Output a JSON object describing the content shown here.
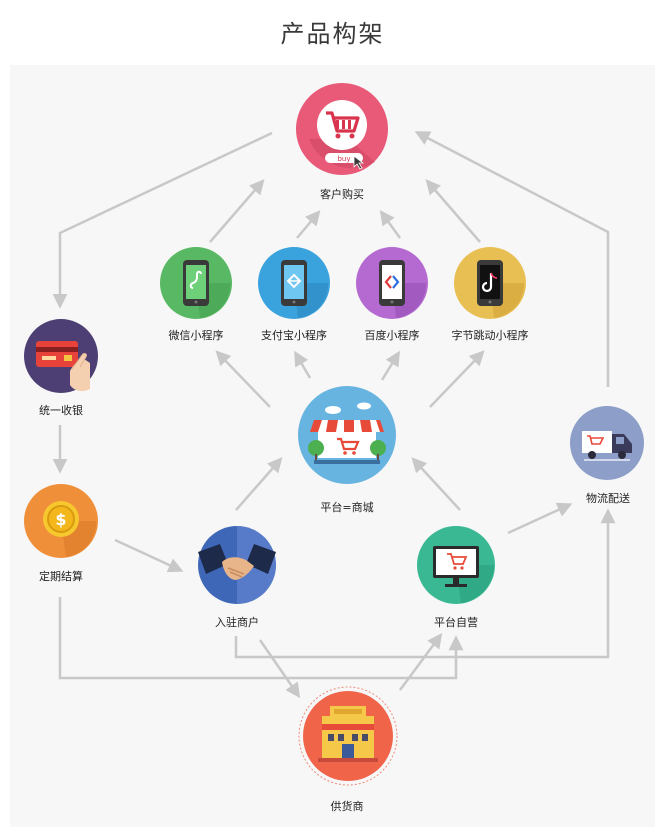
{
  "title": "产品构架",
  "nodes": {
    "customer": "客户购买",
    "wechat": "微信小程序",
    "alipay": "支付宝小程序",
    "baidu": "百度小程序",
    "bytedance": "字节跳动小程序",
    "cashier": "统一收银",
    "platform": "平台=商城",
    "logistics": "物流配送",
    "settlement": "定期结算",
    "merchant": "入驻商户",
    "selfop": "平台自营",
    "supplier": "供货商"
  },
  "buy_tag": "buy",
  "colors": {
    "customer": "#e85a78",
    "wechat": "#58b863",
    "alipay": "#3aa2dc",
    "baidu": "#b46ad0",
    "bytedance": "#e8bf52",
    "cashier": "#4d3f73",
    "platform": "#68b4e0",
    "logistics": "#8d9fc9",
    "settlement": "#f08f3a",
    "merchant": "#3f67b8",
    "selfop": "#3ab893",
    "supplier": "#f0654a",
    "arrow": "#c8c8c8"
  }
}
